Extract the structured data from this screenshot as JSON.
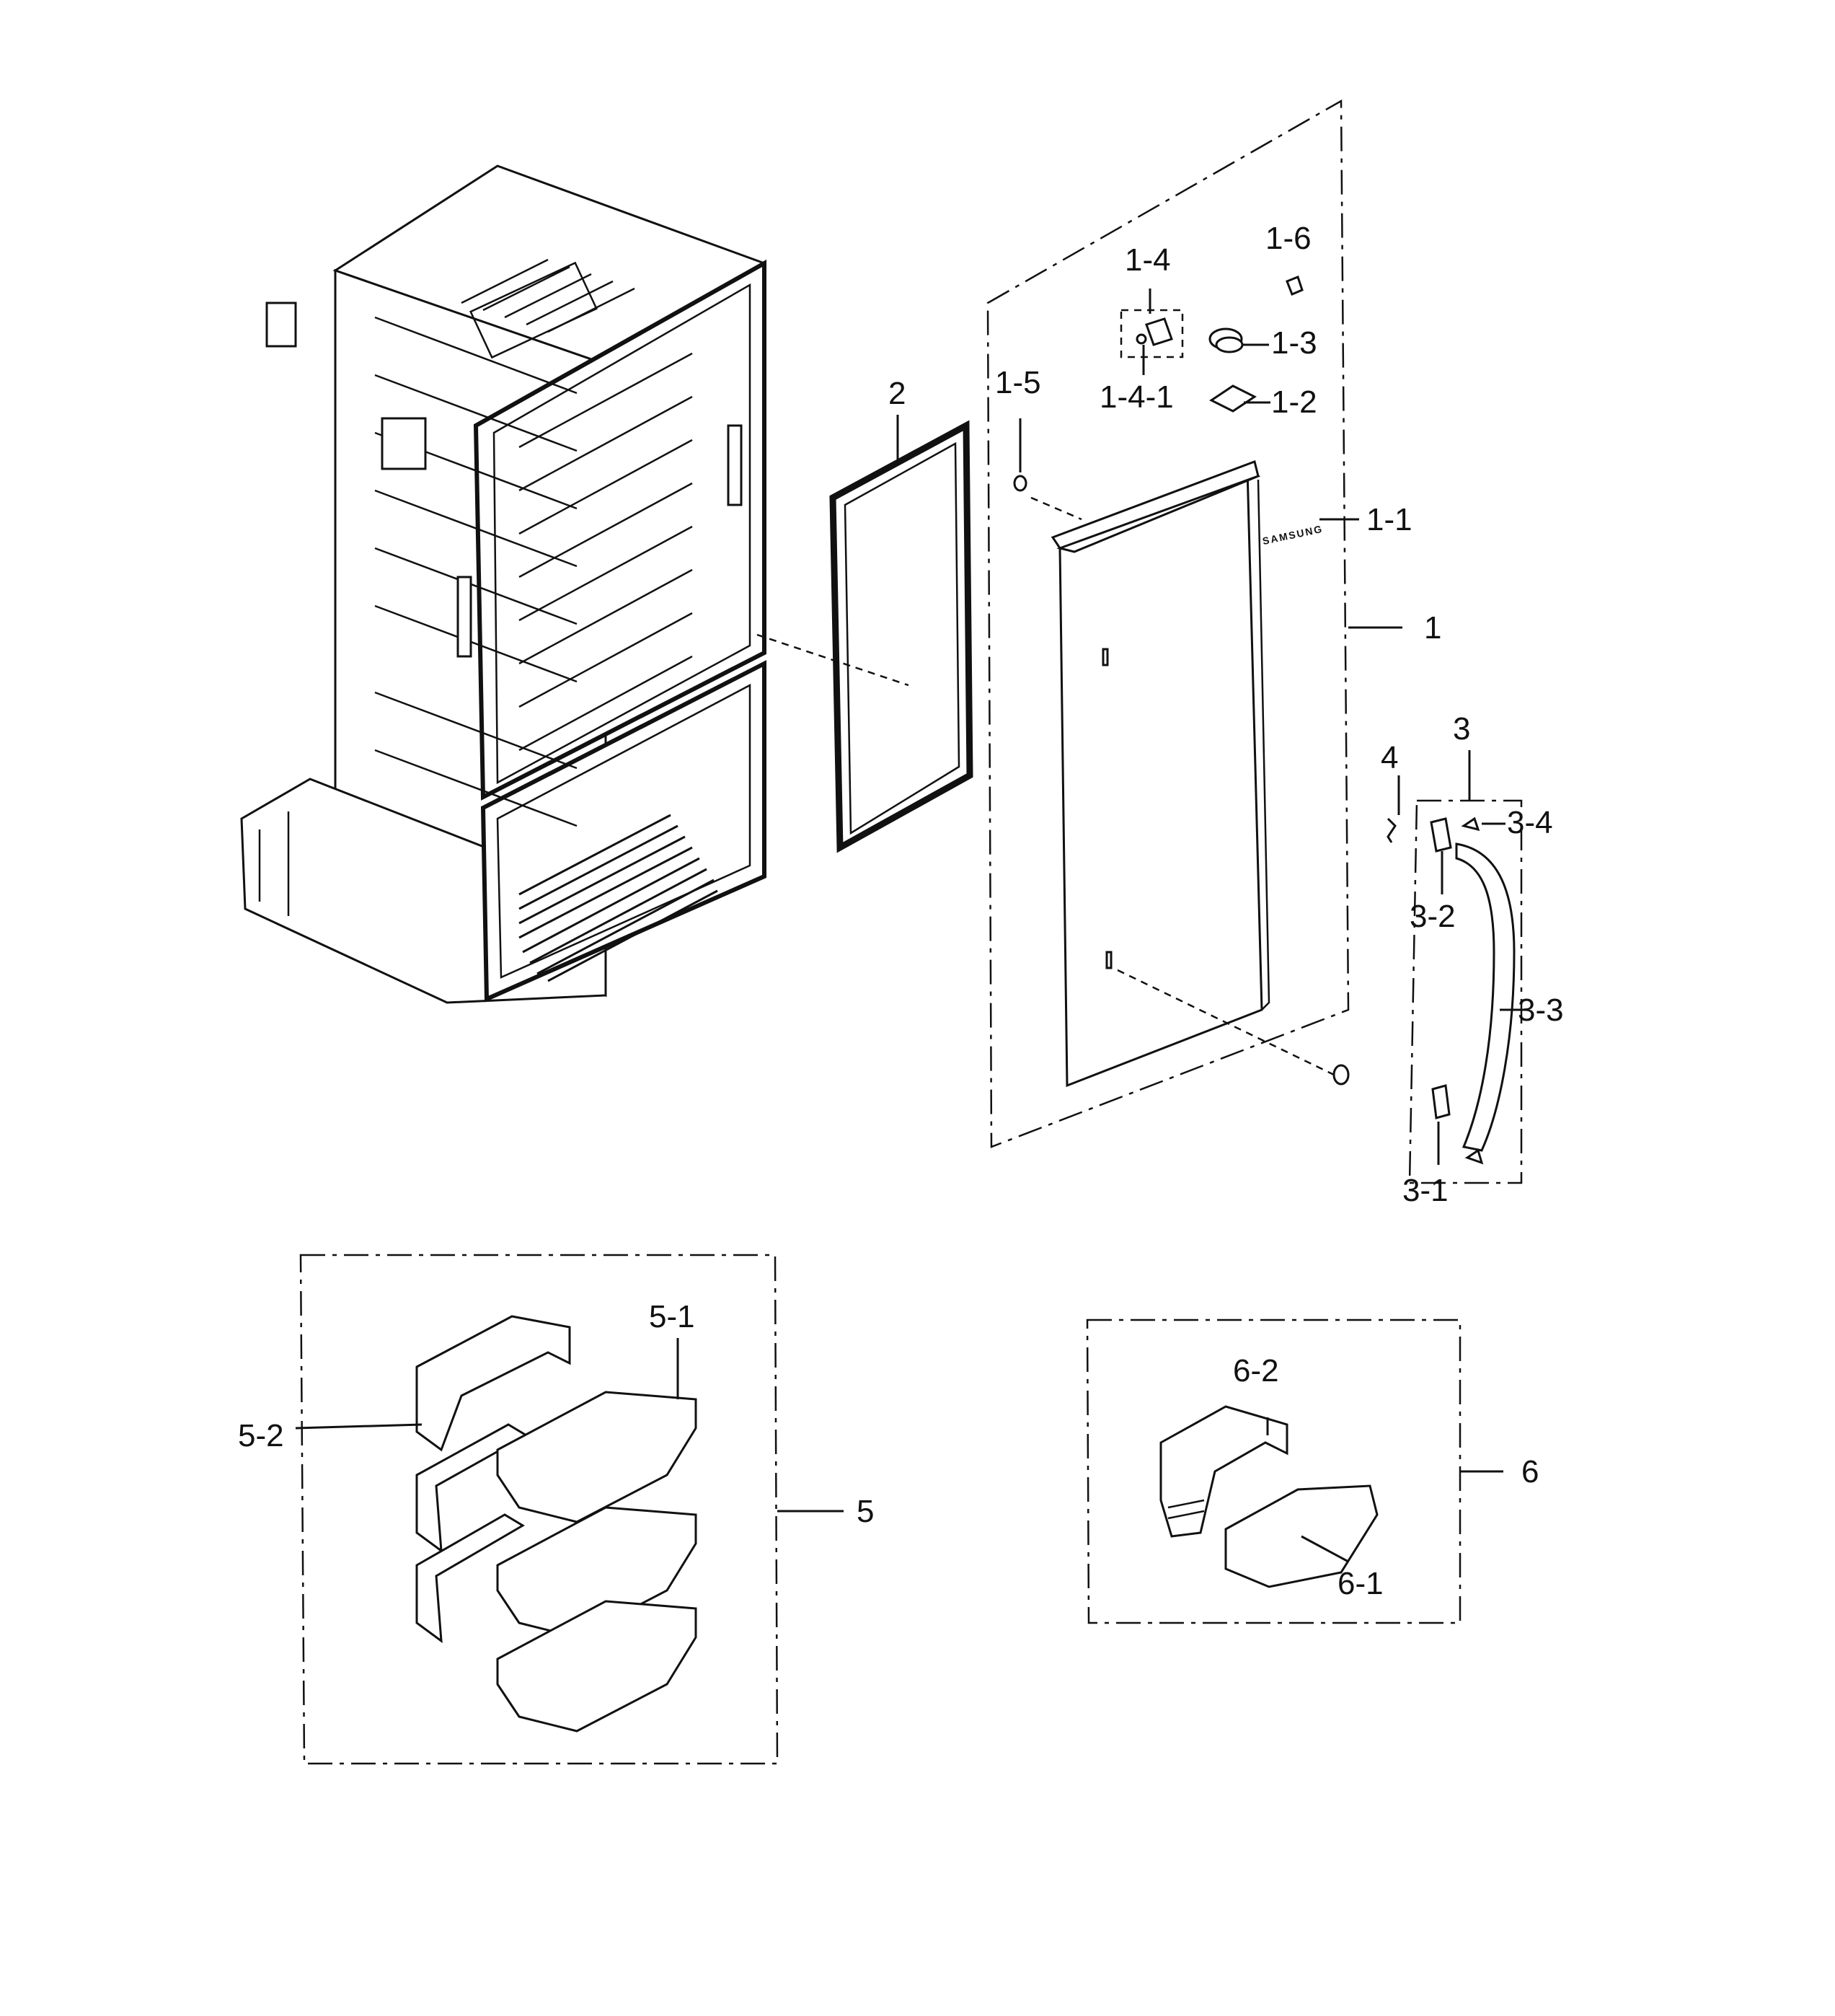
{
  "callouts": {
    "c1": "1",
    "c1_1": "1-1",
    "c1_2": "1-2",
    "c1_3": "1-3",
    "c1_4": "1-4",
    "c1_4_1": "1-4-1",
    "c1_5": "1-5",
    "c1_6": "1-6",
    "c2": "2",
    "c3": "3",
    "c3_1": "3-1",
    "c3_2": "3-2",
    "c3_3": "3-3",
    "c3_4": "3-4",
    "c4": "4",
    "c5": "5",
    "c5_1": "5-1",
    "c5_2": "5-2",
    "c6": "6",
    "c6_1": "6-1",
    "c6_2": "6-2"
  },
  "door_logo": "SAMSUNG"
}
